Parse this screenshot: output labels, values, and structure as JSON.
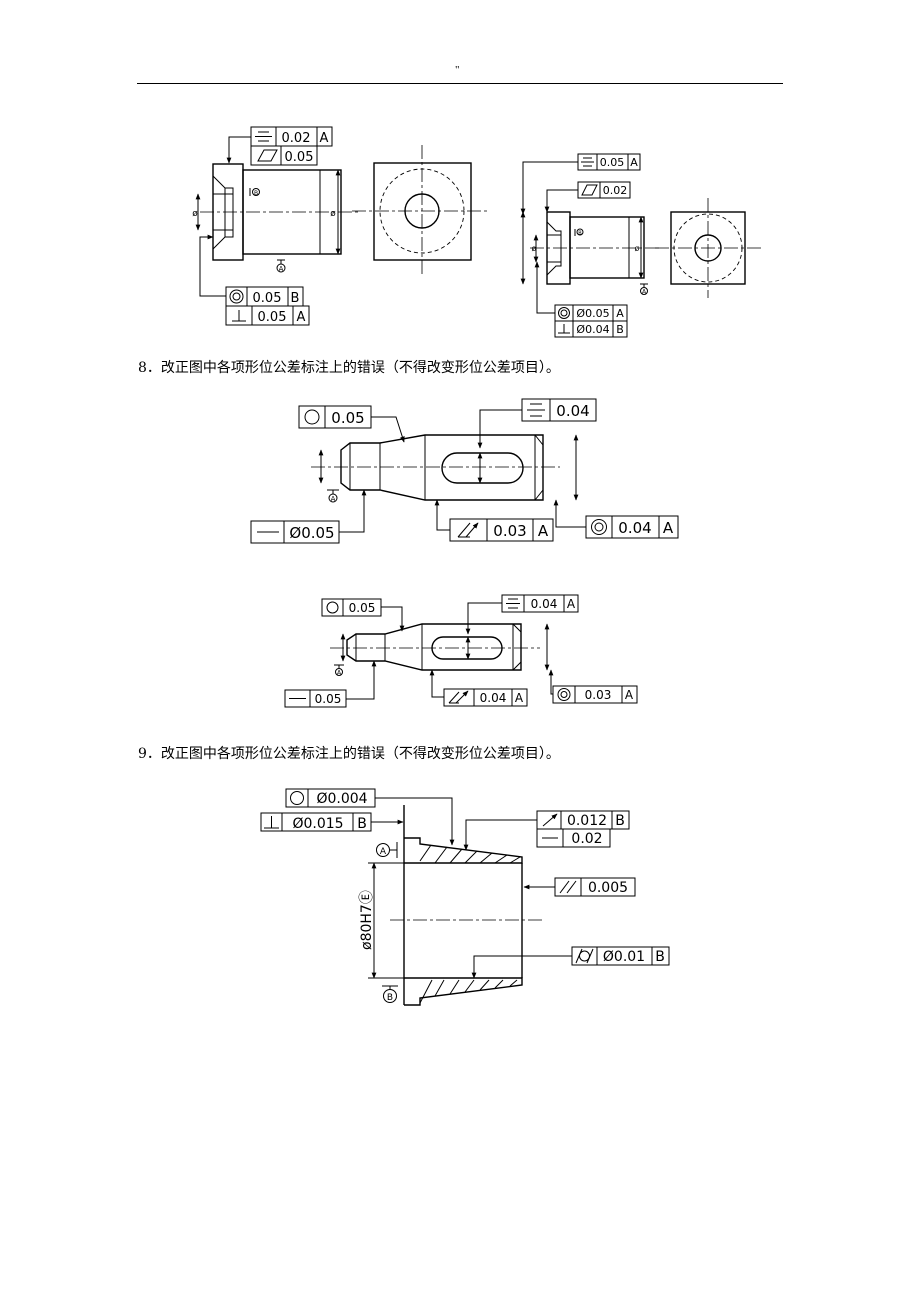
{
  "header": {
    "mark": "\""
  },
  "questions": {
    "q8": "8．改正图中各项形位公差标注上的错误（不得改变形位公差项目）。",
    "q9": "9．改正图中各项形位公差标注上的错误（不得改变形位公差项目）。"
  },
  "fig7": {
    "left": {
      "fcf_symmetry": {
        "symbol": "symmetry-icon",
        "value": "0.02",
        "datum": "A"
      },
      "fcf_flatness": {
        "symbol": "flatness-icon",
        "value": "0.05"
      },
      "fcf_concentricity": {
        "symbol": "concentricity-icon",
        "value": "0.05",
        "datum": "B"
      },
      "fcf_perpendicularity": {
        "symbol": "perpendicularity-icon",
        "value": "0.05",
        "datum": "A"
      },
      "datum_a": "A",
      "datum_b": "B",
      "dia": "ø"
    },
    "right": {
      "fcf_symmetry": {
        "symbol": "symmetry-icon",
        "value": "0.05",
        "datum": "A"
      },
      "fcf_flatness": {
        "symbol": "flatness-icon",
        "value": "0.02"
      },
      "fcf_concentricity": {
        "symbol": "concentricity-icon",
        "value": "Ø0.05",
        "datum": "A"
      },
      "fcf_perpendicularity": {
        "symbol": "perpendicularity-icon",
        "value": "Ø0.04",
        "datum": "B"
      },
      "datum_a": "A",
      "datum_b": "B",
      "dia": "ø"
    }
  },
  "fig8": {
    "top": {
      "fcf_roundness": {
        "symbol": "circularity-icon",
        "value": "0.05"
      },
      "fcf_symmetry": {
        "symbol": "symmetry-icon",
        "value": "0.04"
      },
      "fcf_straightness": {
        "symbol": "straightness-icon",
        "value": "Ø0.05"
      },
      "fcf_runout": {
        "symbol": "total-runout-icon",
        "value": "0.03",
        "datum": "A"
      },
      "fcf_concentricity": {
        "symbol": "concentricity-icon",
        "value": "0.04",
        "datum": "A"
      },
      "datum_a": "A"
    },
    "bottom": {
      "fcf_roundness": {
        "symbol": "circularity-icon",
        "value": "0.05"
      },
      "fcf_symmetry": {
        "symbol": "symmetry-icon",
        "value": "0.04",
        "datum": "A"
      },
      "fcf_straightness": {
        "symbol": "straightness-icon",
        "value": "0.05"
      },
      "fcf_runout": {
        "symbol": "total-runout-icon",
        "value": "0.04",
        "datum": "A"
      },
      "fcf_concentricity": {
        "symbol": "concentricity-icon",
        "value": "0.03",
        "datum": "A"
      },
      "datum_a": "A"
    }
  },
  "fig9": {
    "fcf_roundness": {
      "symbol": "circularity-icon",
      "value": "Ø0.004"
    },
    "fcf_perpendicularity": {
      "symbol": "perpendicularity-icon",
      "value": "Ø0.015",
      "datum": "B"
    },
    "fcf_runout": {
      "symbol": "runout-icon",
      "value": "0.012",
      "datum": "B"
    },
    "fcf_straightness": {
      "symbol": "straightness-icon",
      "value": "0.02"
    },
    "fcf_parallelism": {
      "symbol": "parallelism-icon",
      "value": "0.005"
    },
    "fcf_cylindricity": {
      "symbol": "cylindricity-icon",
      "value": "Ø0.01",
      "datum": "B"
    },
    "datum_a": "A",
    "datum_b": "B",
    "bore_dim": "ø80H7Ⓔ"
  }
}
